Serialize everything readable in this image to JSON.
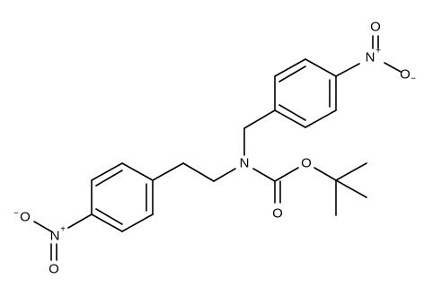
{
  "molecule": {
    "atoms": {
      "n_carbamate": {
        "symbol": "N"
      },
      "o_ester": {
        "symbol": "O"
      },
      "o_carbonyl": {
        "symbol": "O"
      },
      "n_nitro_top": {
        "symbol": "N",
        "charge": "+"
      },
      "o_nitro_top_1": {
        "symbol": "O"
      },
      "o_nitro_top_2": {
        "symbol": "O",
        "charge": "−"
      },
      "n_nitro_bottom": {
        "symbol": "N",
        "charge": "+"
      },
      "o_nitro_bottom_1": {
        "symbol": "O",
        "charge": "−"
      },
      "o_nitro_bottom_2": {
        "symbol": "O"
      }
    }
  }
}
